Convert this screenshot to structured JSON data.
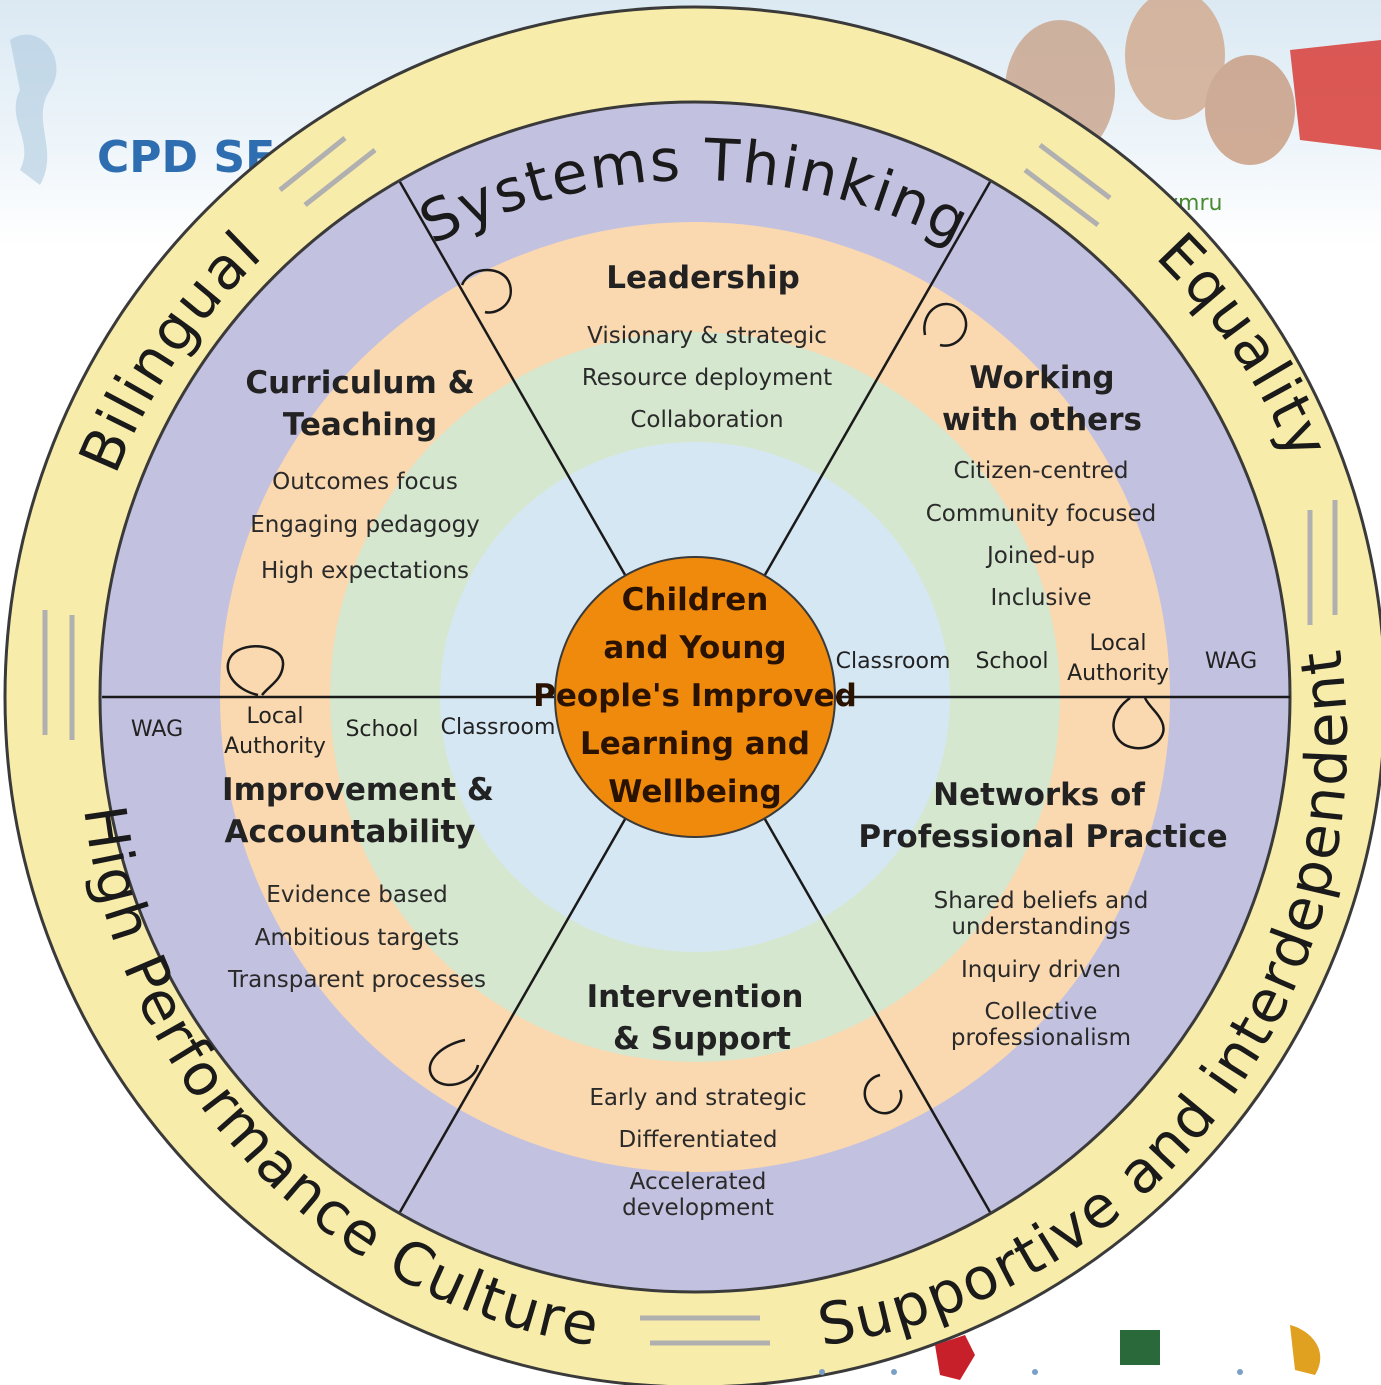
{
  "header": {
    "title_fragment": "CPD SE",
    "site_fragment": "ymru"
  },
  "outer_ring": {
    "top": "Systems Thinking",
    "left": "Bilingual",
    "right": "Equality",
    "bottom_left": "High Performance Culture",
    "bottom_right": "Supportive and interdependent"
  },
  "center": {
    "lines": [
      "Children",
      "and Young",
      "People's Improved",
      "Learning and",
      "Wellbeing"
    ]
  },
  "segments": {
    "leadership": {
      "title": [
        "Leadership"
      ],
      "items": [
        "Visionary & strategic",
        "Resource deployment",
        "Collaboration"
      ]
    },
    "curriculum": {
      "title": [
        "Curriculum &",
        "Teaching"
      ],
      "items": [
        "Outcomes focus",
        "Engaging pedagogy",
        "High expectations"
      ]
    },
    "working": {
      "title": [
        "Working",
        "with others"
      ],
      "items": [
        "Citizen-centred",
        "Community focused",
        "Joined-up",
        "Inclusive"
      ]
    },
    "improvement": {
      "title": [
        "Improvement &",
        "Accountability"
      ],
      "items": [
        "Evidence based",
        "Ambitious targets",
        "Transparent processes"
      ]
    },
    "networks": {
      "title": [
        "Networks of",
        "Professional Practice"
      ],
      "items": [
        "Shared beliefs and",
        "understandings",
        "Inquiry driven",
        "Collective",
        "professionalism"
      ]
    },
    "intervention": {
      "title": [
        "Intervention",
        "& Support"
      ],
      "items": [
        "Early and strategic",
        "Differentiated",
        "Accelerated",
        "development"
      ]
    }
  },
  "levels_right": {
    "classroom": "Classroom",
    "school": "School",
    "la_1": "Local",
    "la_2": "Authority",
    "wag": "WAG"
  },
  "levels_left": {
    "wag": "WAG",
    "la_1": "Local",
    "la_2": "Authority",
    "school": "School",
    "classroom": "Classroom"
  },
  "colors": {
    "outer_ring": "#f8ecaa",
    "purple_ring": "#c3c1e0",
    "peach_ring": "#fad8b0",
    "green_ring": "#d5e7cf",
    "blue_ring": "#d6e7f4",
    "center": "#ef8a0c",
    "arrows": "#b0b0b0"
  }
}
